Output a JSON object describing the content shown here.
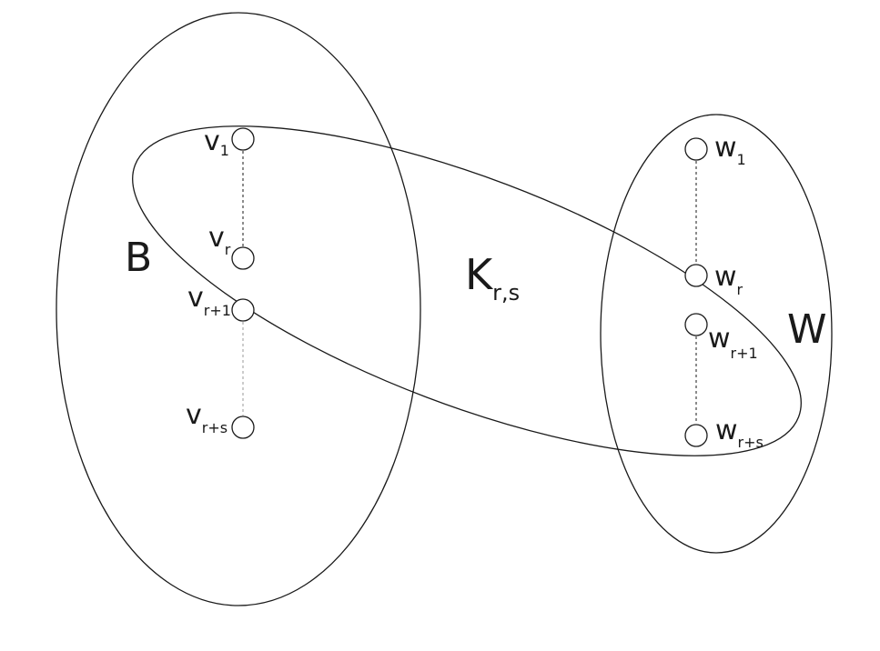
{
  "diagram": {
    "sets": {
      "B": {
        "label": "B"
      },
      "W": {
        "label": "W"
      },
      "K": {
        "label": "K",
        "subscript": "r,s"
      }
    },
    "left_vertices": [
      {
        "base": "v",
        "sub": "1"
      },
      {
        "base": "v",
        "sub": "r"
      },
      {
        "base": "v",
        "sub": "r+1"
      },
      {
        "base": "v",
        "sub": "r+s"
      }
    ],
    "right_vertices": [
      {
        "base": "w",
        "sub": "1"
      },
      {
        "base": "w",
        "sub": "r"
      },
      {
        "base": "w",
        "sub": "r+1"
      },
      {
        "base": "w",
        "sub": "r+s"
      }
    ]
  }
}
